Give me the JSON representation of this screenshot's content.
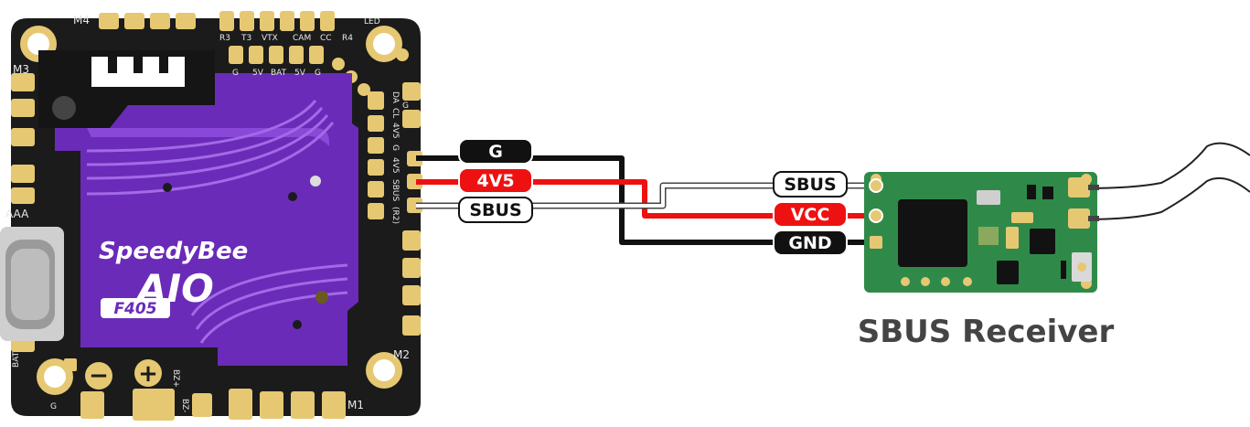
{
  "colors": {
    "board_black": "#1b1b1b",
    "pad_gold": "#e6c873",
    "purple_cover": "#6a2bb8",
    "purple_cover_light": "#8a48d8",
    "wire_black": "#111111",
    "wire_red": "#ee1111",
    "wire_white": "#ffffff",
    "receiver_pcb": "#2f8a4a",
    "chip_black": "#121212"
  },
  "icons": {
    "brand_logo": "speedybee-logo-icon",
    "usb_port": "usb-c-port-icon",
    "antenna": "antenna-wire-icon"
  },
  "fc_board": {
    "brand": "SpeedyBee",
    "model_big": "AIO",
    "model_badge": "F405",
    "motor_labels": [
      "M4",
      "M3",
      "M2",
      "M1"
    ],
    "top_pad_labels": [
      "R3",
      "T3",
      "VTX",
      "CAM",
      "CC",
      "R4",
      "LED"
    ],
    "second_row_labels": [
      "G",
      "5V",
      "BAT",
      "5V",
      "G"
    ],
    "right_pad_labels": [
      "DA",
      "CL",
      "4V5",
      "G",
      "4V5",
      "SBUS",
      "(R2)"
    ],
    "bottom_labels": [
      "BAT",
      "G",
      "BZ+",
      "BZ-"
    ],
    "left_labels": [
      "AAA"
    ],
    "corner_labels": [
      "G"
    ],
    "polarity_minus": "−",
    "polarity_plus": "+"
  },
  "wires": [
    {
      "label": "G",
      "color": "black"
    },
    {
      "label": "4V5",
      "color": "red"
    },
    {
      "label": "SBUS",
      "color": "white"
    }
  ],
  "receiver": {
    "title": "SBUS Receiver",
    "pins": [
      {
        "label": "SBUS",
        "color": "white"
      },
      {
        "label": "VCC",
        "color": "red"
      },
      {
        "label": "GND",
        "color": "black"
      }
    ]
  }
}
